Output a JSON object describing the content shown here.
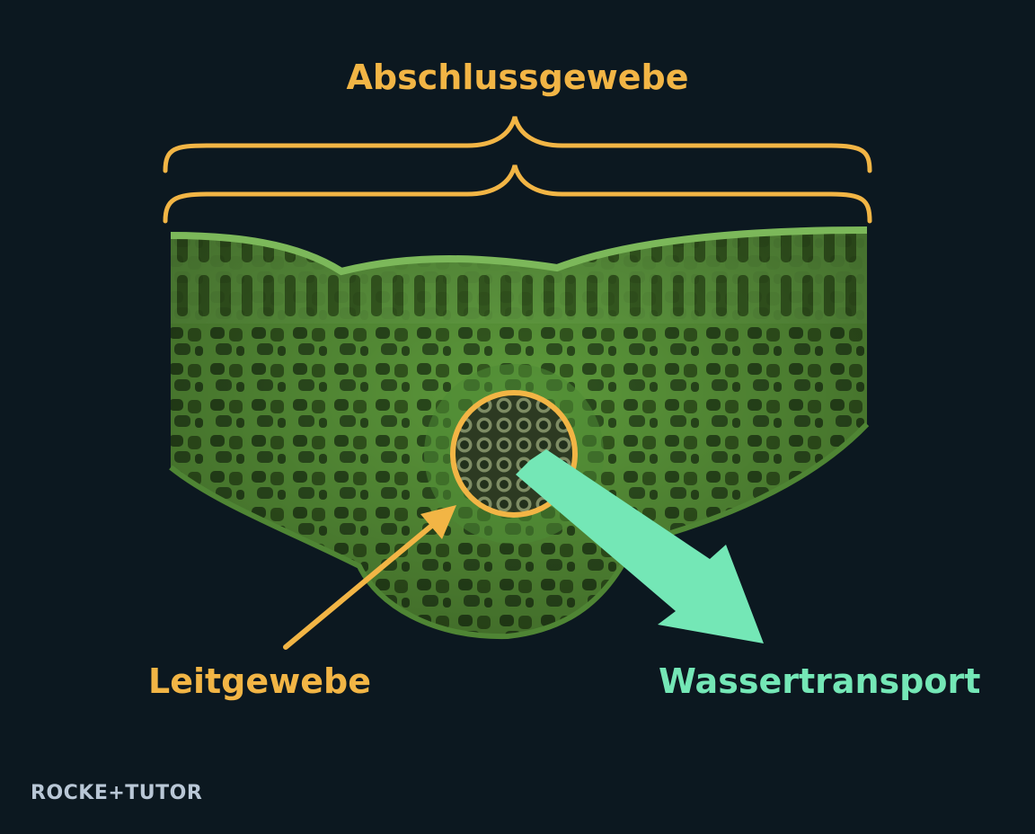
{
  "colors": {
    "background": "#0c1820",
    "label_orange": "#f2b545",
    "label_teal": "#74e7b6",
    "tissue_green": "#5f9a3f",
    "logo": "#b9c7d6"
  },
  "labels": {
    "top": "Abschlussgewebe",
    "left": "Leitgewebe",
    "right": "Wassertransport"
  },
  "logo": {
    "text": "ROCKE+TUTOR"
  }
}
